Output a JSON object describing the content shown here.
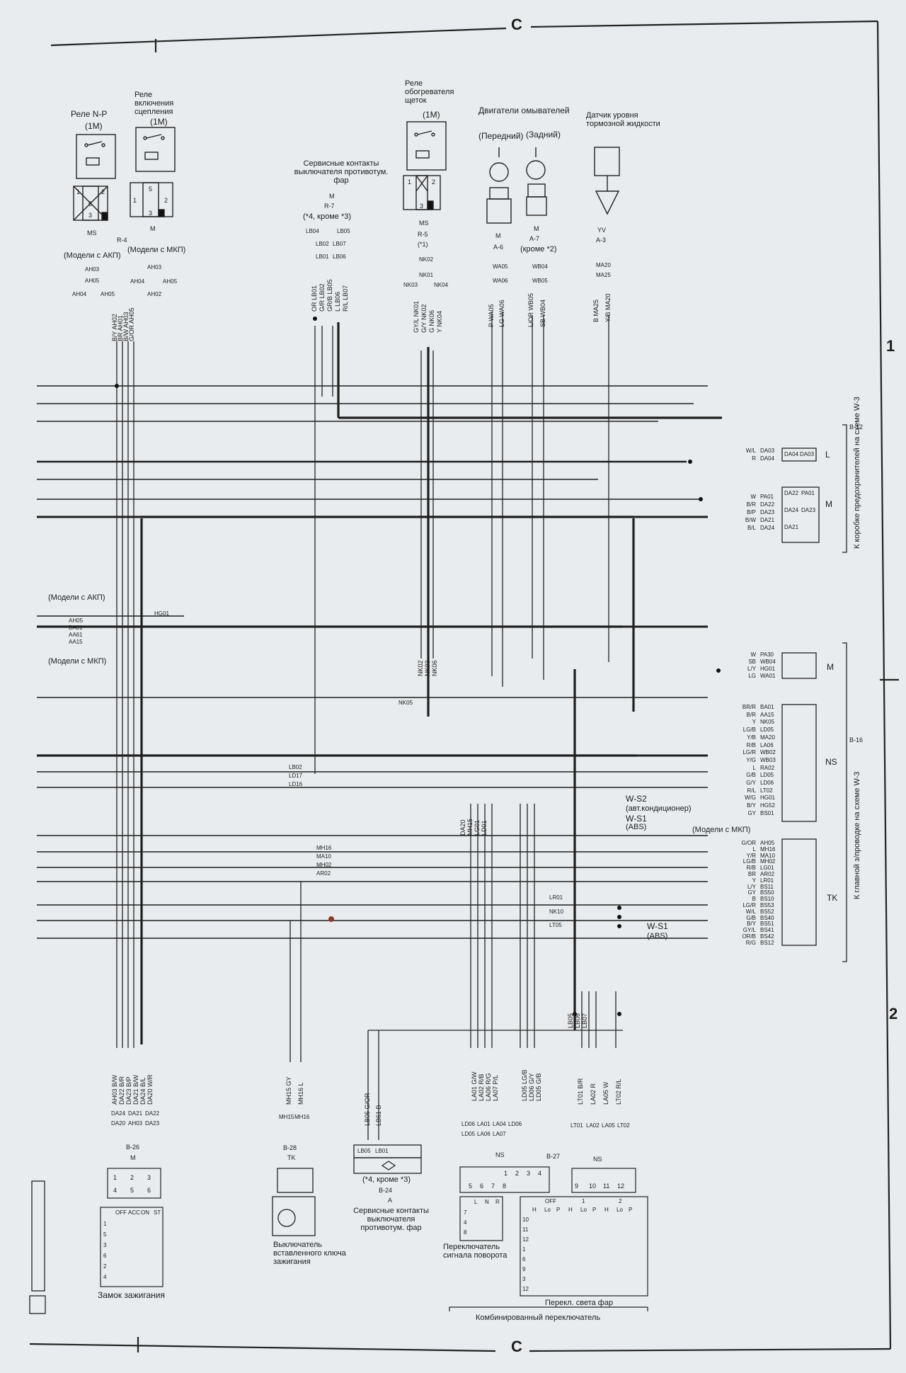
{
  "page_letter": "C",
  "grid_numbers": [
    "1",
    "2"
  ],
  "components": {
    "relay_np": {
      "title": "Реле N-P",
      "code": "(1M)",
      "pins": [
        "1",
        "2",
        "5",
        "3"
      ],
      "conn": "MS",
      "conn_ref": "R-4"
    },
    "relay_clutch": {
      "title": "Реле включения сцепления",
      "code": "(1M)",
      "pins": [
        "5",
        "1",
        "2",
        "3"
      ],
      "conn": "M"
    },
    "akp_models": "(Модели с АКП)",
    "mkp_models": "(Модели с МКП)",
    "akp_pins": [
      "AH03",
      "AH05",
      "AH04",
      "AH05"
    ],
    "mkp_pins": [
      "AH03",
      "AH04",
      "AH05",
      "AH02"
    ],
    "relay_np_wires": [
      "B/Y AH02",
      "BR AH01",
      "B/W AH03",
      "G/OR AH05"
    ],
    "headlight_service": {
      "title": "Сервисные контакты выключателя противотум. фар",
      "conn": "M",
      "conn_ref": "R-7",
      "note": "(*4, кроме *3)",
      "pins": [
        "LB04",
        "LB05",
        "LB02",
        "LB07",
        "LB01",
        "LB06"
      ],
      "wires": [
        "OR LB01",
        "G/R LB02",
        "GR/B LB05",
        "L LB06",
        "R/L LB07"
      ]
    },
    "brush_heater": {
      "title": "Реле обогревателя щеток",
      "code": "(1M)",
      "pins": [
        "1",
        "2",
        "3"
      ],
      "conn": "MS",
      "conn_ref": "R-5",
      "note": "(*1)",
      "npins": [
        "NK02",
        "NK01",
        "NK03",
        "NK04"
      ],
      "wires": [
        "GY/L NK01",
        "G/Y NK02",
        "G NK06",
        "Y NK04"
      ]
    },
    "washer_motors": {
      "title": "Двигатели омывателей",
      "front": "(Передний)",
      "rear": "(Задний)",
      "front_conn": "M",
      "front_ref": "A-6",
      "front_pins": [
        "WA05",
        "WA06"
      ],
      "front_wires": [
        "P WA05",
        "LG WA06"
      ],
      "rear_conn": "M",
      "rear_ref": "A-7",
      "rear_note": "(кроме *2)",
      "rear_pins": [
        "WB04",
        "WB05"
      ],
      "rear_wires": [
        "L/OR WB05",
        "SB WB04"
      ]
    },
    "brake_sensor": {
      "title": "Датчик уровня тормозной жидкости",
      "conn": "YV",
      "conn_ref": "A-3",
      "pins": [
        "MA20",
        "MA25"
      ],
      "wires": [
        "B MA25",
        "Y/B MA20"
      ]
    }
  },
  "left_labels": {
    "akp": "(Модели с АКП)",
    "mkp": "(Модели с МКП)",
    "pins": [
      "AH05",
      "BA01",
      "AA61",
      "AA15"
    ],
    "hg01": "HG01"
  },
  "mid_labels": {
    "nk_stack": [
      "NK02",
      "NK03",
      "NK06"
    ],
    "nk05": "NK05",
    "ld_stack": [
      "LB02",
      "LD17",
      "LD16"
    ],
    "mh_stack": [
      "MH16",
      "MA10",
      "MH02",
      "AR02"
    ],
    "da_stack": [
      "DA20",
      "MH15",
      "LG01",
      "LD01"
    ],
    "lr_stack": [
      "LR01",
      "NK10",
      "LT05"
    ],
    "lb_stack": [
      "LB05",
      "LB06",
      "LB07"
    ]
  },
  "right_block_top": {
    "ref": "B-12",
    "side_text": "К коробке предохранителей на схеме W-3",
    "l_label": "L",
    "m_label": "M",
    "l_rows": [
      {
        "w": "W/L",
        "p": "DA03"
      },
      {
        "w": "R",
        "p": "DA04"
      }
    ],
    "l_boxes": [
      "DA04",
      "DA03"
    ],
    "m_rows": [
      {
        "w": "W",
        "p": "PA01"
      },
      {
        "w": "B/R",
        "p": "DA22"
      },
      {
        "w": "B/P",
        "p": "DA23"
      },
      {
        "w": "B/W",
        "p": "DA21"
      },
      {
        "w": "B/L",
        "p": "DA24"
      }
    ],
    "m_boxes": [
      "DA22",
      "PA01",
      "DA24",
      "DA23",
      "DA21"
    ]
  },
  "right_block_bottom": {
    "ref": "B-16",
    "side_text": "К главной з/проводке на схеме W-3",
    "m_label": "M",
    "ns_label": "NS",
    "tk_label": "TK",
    "m_rows": [
      {
        "w": "W",
        "p": "PA30"
      },
      {
        "w": "SB",
        "p": "WB04"
      },
      {
        "w": "L/Y",
        "p": "HG01"
      },
      {
        "w": "LG",
        "p": "WA01"
      }
    ],
    "ns_rows": [
      {
        "w": "BR/R",
        "p": "BA01"
      },
      {
        "w": "B/R",
        "p": "AA15"
      },
      {
        "w": "Y",
        "p": "NK05"
      },
      {
        "w": "LG/B",
        "p": "LD05"
      },
      {
        "w": "Y/B",
        "p": "MA20"
      },
      {
        "w": "R/B",
        "p": "LA06"
      },
      {
        "w": "LG/R",
        "p": "WB02"
      },
      {
        "w": "Y/G",
        "p": "WB03"
      },
      {
        "w": "L",
        "p": "RA02"
      },
      {
        "w": "G/B",
        "p": "LD05"
      },
      {
        "w": "G/Y",
        "p": "LD06"
      },
      {
        "w": "R/L",
        "p": "LT02"
      },
      {
        "w": "W/G",
        "p": "HG01"
      },
      {
        "w": "B/Y",
        "p": "HG52"
      },
      {
        "w": "GY",
        "p": "BS01"
      }
    ],
    "tk_rows": [
      {
        "w": "G/OR",
        "p": "AH05"
      },
      {
        "w": "L",
        "p": "MH16"
      },
      {
        "w": "Y/R",
        "p": "MA10"
      },
      {
        "w": "LG/B",
        "p": "MH02"
      },
      {
        "w": "R/B",
        "p": "LG01"
      },
      {
        "w": "BR",
        "p": "AR02"
      },
      {
        "w": "Y",
        "p": "LR01"
      },
      {
        "w": "L/Y",
        "p": "BS11"
      },
      {
        "w": "GY",
        "p": "BS50"
      },
      {
        "w": "B",
        "p": "BS10"
      },
      {
        "w": "LG/R",
        "p": "BS53"
      },
      {
        "w": "W/L",
        "p": "BS52"
      },
      {
        "w": "G/B",
        "p": "BS40"
      },
      {
        "w": "B/Y",
        "p": "BS51"
      },
      {
        "w": "GY/L",
        "p": "BS41"
      },
      {
        "w": "OR/B",
        "p": "BS42"
      },
      {
        "w": "R/G",
        "p": "BS12"
      }
    ],
    "ws2": "W-S2",
    "ws2_sub": "(авт.кондиционер)",
    "ws1": "W-S1",
    "ws1_sub": "(ABS)",
    "mkp": "(Модели с МКП)",
    "ws1b": "W-S1",
    "ws1b_sub": "(ABS)"
  },
  "ignition": {
    "conn_ref": "B-26",
    "conn": "M",
    "wires": [
      "AH03 B/W",
      "DA22 B/R",
      "DA23 B/P",
      "DA21 B/W",
      "DA24 B/L",
      "DA20 W/R"
    ],
    "boxes": [
      "DA24",
      "DA21",
      "DA22",
      "DA20",
      "AH03",
      "DA23"
    ],
    "pins": [
      "1",
      "2",
      "3",
      "4",
      "5",
      "6"
    ],
    "table_header": [
      "",
      "OFF",
      "ACC",
      "ON",
      "ST"
    ],
    "table_rows": [
      "1",
      "5",
      "3",
      "6",
      "2",
      "4"
    ],
    "caption": "Замок зажигания"
  },
  "key_switch": {
    "wires": [
      "MH15 GY",
      "MH16 L"
    ],
    "boxes": [
      "MH15",
      "MH16"
    ],
    "conn_ref": "B-28",
    "conn": "TK",
    "caption": "Выключатель вставленного ключа зажигания"
  },
  "fog_service": {
    "wires": [
      "LB05 G/OR",
      "LB61 B"
    ],
    "boxes": [
      "LB05",
      "LB01"
    ],
    "note": "(*4, кроме *3)",
    "conn_ref": "B-24",
    "conn": "A",
    "caption": "Сервисные контакты выключателя противотум. фар"
  },
  "turn_switch": {
    "wires": [
      "LA01 G/W",
      "LA02 R/B",
      "LA06 R/G",
      "LA07 P/L"
    ],
    "boxes": [
      "LD06",
      "LA01",
      "LA04",
      "LD06",
      "LD05",
      "LA06",
      "LA07"
    ],
    "conn": "NS",
    "conn_ref": "B-27",
    "pins": [
      "1",
      "2",
      "3",
      "4",
      "5",
      "6",
      "7",
      "8"
    ],
    "table_header": [
      "",
      "L",
      "N",
      "R"
    ],
    "table_rows": [
      "7",
      "4",
      "8"
    ],
    "caption": "Переключатель сигнала поворота"
  },
  "combo_switch": {
    "wires": [
      "LD05 LG/B",
      "LD06 G/Y",
      "LD05 G/B"
    ],
    "wires2": [
      "LT01 B/R",
      "LA02 R",
      "LA05 W",
      "LT02 R/L"
    ],
    "boxes": [
      "LT01",
      "LA02",
      "LA05",
      "LT02"
    ],
    "conn": "NS",
    "pins": [
      "9",
      "10",
      "11",
      "12"
    ],
    "header_groups": [
      "OFF",
      "1",
      "2"
    ],
    "header_cols": [
      "H",
      "Lo",
      "P",
      "H",
      "Lo",
      "P",
      "H",
      "Lo",
      "P"
    ],
    "table_rows": [
      "10",
      "11",
      "12",
      "1",
      "6",
      "9",
      "3",
      "12"
    ],
    "light_caption": "Перекл. света фар",
    "caption": "Комбинированный переключатель"
  }
}
